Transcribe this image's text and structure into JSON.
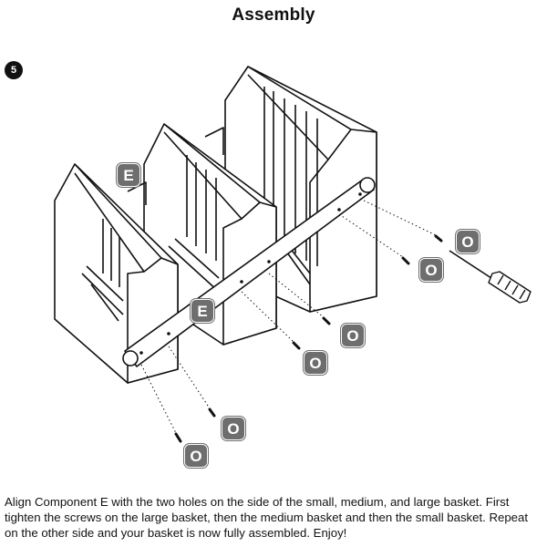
{
  "header": {
    "title": "Assembly"
  },
  "step": {
    "number": "5"
  },
  "labels": {
    "component_e": "E",
    "screw_o": "O"
  },
  "instructions": {
    "text": "Align Component E with the two holes on the side of the small, medium, and large basket. First tighten the screws on the large basket, then the medium basket and then the small basket. Repeat on the other side and your basket is now fully assembled. Enjoy!"
  },
  "icons": [
    "screwdriver-icon",
    "screw-icon"
  ],
  "colors": {
    "badge": "#6e6e6e",
    "line": "#111111"
  }
}
